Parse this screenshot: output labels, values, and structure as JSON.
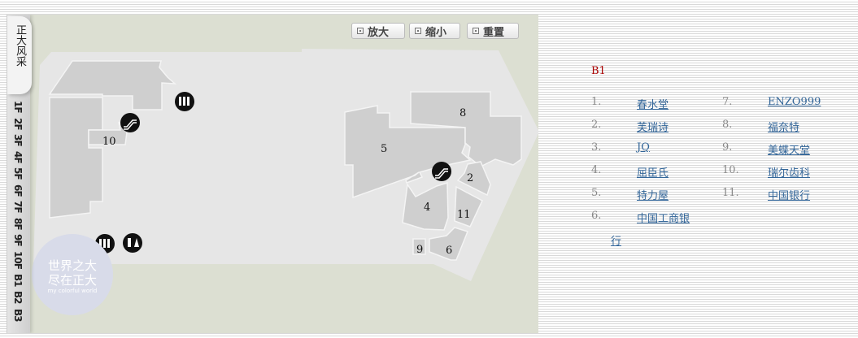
{
  "sidebar": {
    "title": "正大风采",
    "floors": [
      "1F",
      "2F",
      "3F",
      "4F",
      "5F",
      "6F",
      "7F",
      "8F",
      "9F",
      "10F",
      "B1",
      "B2",
      "B3"
    ]
  },
  "toolbar": {
    "zoom_in": "放大",
    "zoom_out": "缩小",
    "reset": "重置"
  },
  "logo": {
    "line1": "世界之大",
    "line2": "尽在正大",
    "tagline": "my colorful world"
  },
  "map_labels": {
    "s2": "2",
    "s4": "4",
    "s5": "5",
    "s6": "6",
    "s8": "8",
    "s9": "9",
    "s10": "10",
    "s11": "11"
  },
  "directory": {
    "floor": "B1",
    "stores": [
      {
        "num": "1.",
        "name": "春水堂"
      },
      {
        "num": "2.",
        "name": "芙瑞诗"
      },
      {
        "num": "3.",
        "name": "JQ"
      },
      {
        "num": "4.",
        "name": "屈臣氏"
      },
      {
        "num": "5.",
        "name": "特力屋"
      },
      {
        "num": "6.",
        "name": "中国工商银",
        "name_wrap": "行"
      },
      {
        "num": "7.",
        "name": "ENZO999"
      },
      {
        "num": "8.",
        "name": "福奈特"
      },
      {
        "num": "9.",
        "name": "美蝶天堂"
      },
      {
        "num": "10.",
        "name": "瑞尔齿科"
      },
      {
        "num": "11.",
        "name": "中国银行"
      }
    ]
  }
}
